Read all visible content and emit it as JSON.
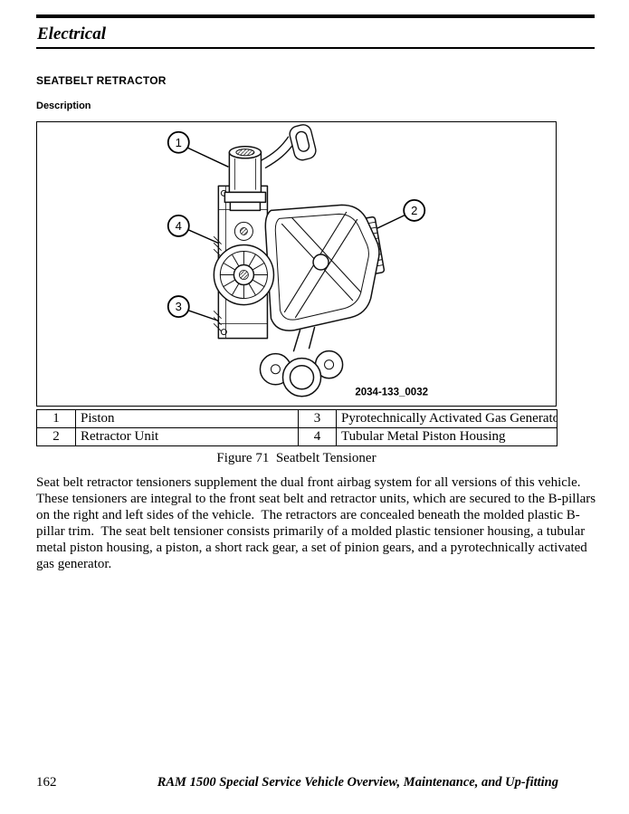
{
  "header": {
    "title": "Electrical"
  },
  "section": {
    "title": "SEATBELT RETRACTOR",
    "subtitle": "Description"
  },
  "figure": {
    "image_code": "2034-133_0032",
    "caption": "Figure 71  Seatbelt Tensioner",
    "callouts": [
      "1",
      "2",
      "3",
      "4"
    ]
  },
  "table": {
    "rows": [
      [
        "1",
        "Piston",
        "3",
        "Pyrotechnically Activated Gas Generator"
      ],
      [
        "2",
        "Retractor Unit",
        "4",
        "Tubular Metal Piston Housing"
      ]
    ]
  },
  "body_text": "Seat belt retractor tensioners supplement the dual front airbag system for all versions of this vehicle.  These tensioners are integral to the front seat belt and retractor units, which are secured to the B-pillars on the right and left sides of the vehicle.  The retractors are concealed beneath the molded plastic B-pillar trim.  The seat belt tensioner consists primarily of a molded plastic tensioner housing, a tubular metal piston housing, a piston, a short rack gear, a set of pinion gears, and a pyrotechnically activated gas generator.",
  "footer": {
    "page_number": "162",
    "doc_title": "RAM 1500 Special Service Vehicle Overview, Maintenance, and Up-fitting"
  }
}
